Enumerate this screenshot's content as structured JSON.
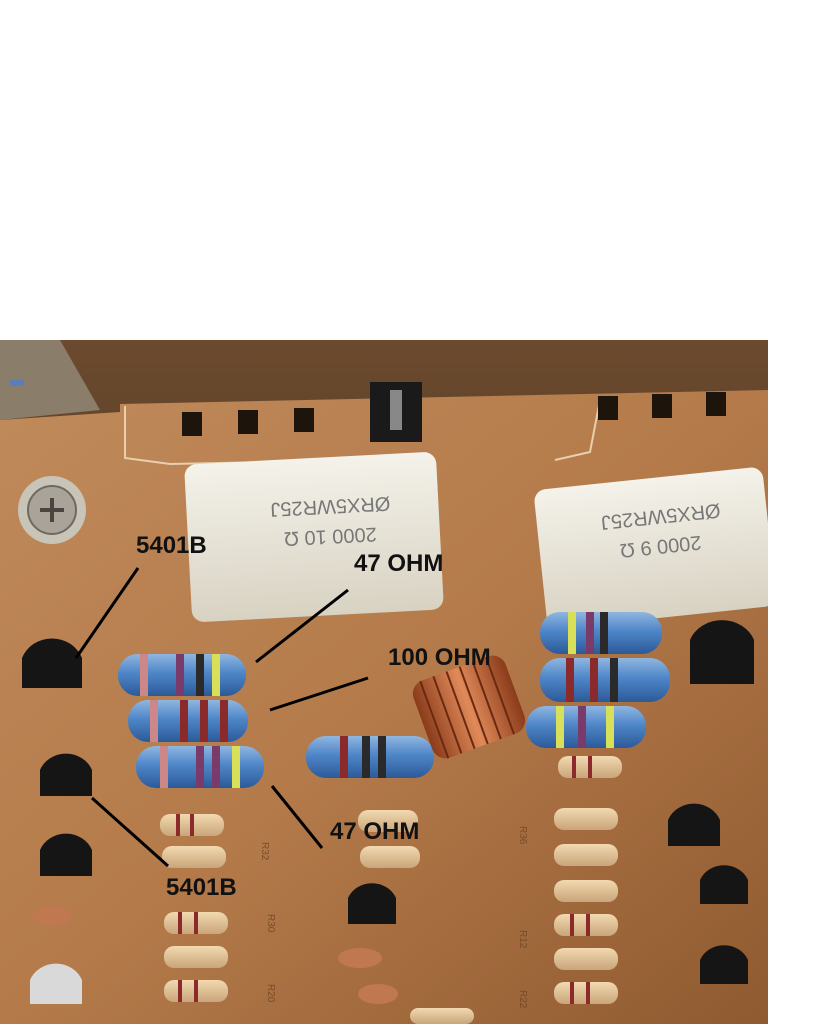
{
  "annotations": {
    "transistor_top": "5401B",
    "resistor_47_top": "47 OHM",
    "resistor_100": "100 OHM",
    "resistor_47_bottom": "47 OHM",
    "transistor_bottom": "5401B"
  },
  "board_print": {
    "power_resistor_left": "2000 10 Ω",
    "power_resistor_left_code": "ØRX5WR25J",
    "power_resistor_right": "2000 9 Ω",
    "power_resistor_right_code": "ØRX5WR25J"
  }
}
